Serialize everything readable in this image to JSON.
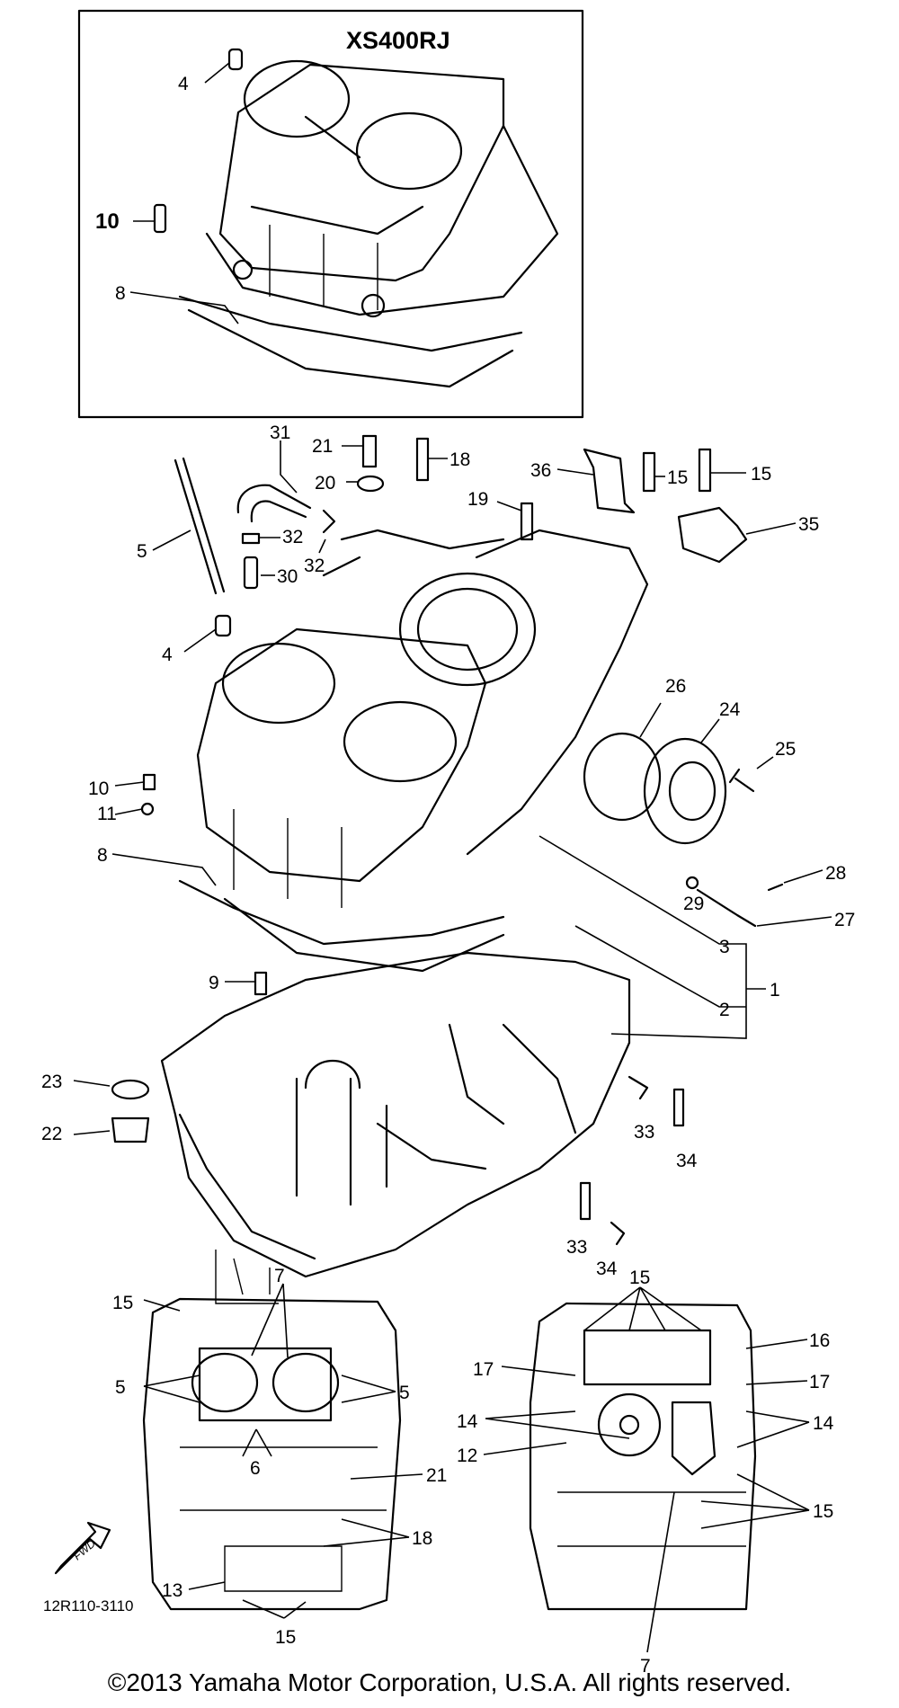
{
  "inset": {
    "title": "XS400RJ",
    "labels": [
      "4",
      "10",
      "8"
    ]
  },
  "callouts": {
    "c1": "1",
    "c2": "2",
    "c3": "3",
    "c4": "4",
    "c5": "5",
    "c8": "8",
    "c9": "9",
    "c10": "10",
    "c11": "11",
    "c15a": "15",
    "c15b": "15",
    "c18": "18",
    "c19": "19",
    "c20": "20",
    "c21": "21",
    "c22": "22",
    "c23": "23",
    "c24": "24",
    "c25": "25",
    "c26": "26",
    "c27": "27",
    "c28": "28",
    "c29": "29",
    "c30": "30",
    "c31": "31",
    "c32a": "32",
    "c32b": "32",
    "c33a": "33",
    "c33b": "33",
    "c34a": "34",
    "c34b": "34",
    "c35": "35",
    "c36": "36"
  },
  "top_view": {
    "labels": {
      "l15a": "15",
      "l7": "7",
      "l5a": "5",
      "l5b": "5",
      "l6": "6",
      "l21": "21",
      "l18": "18",
      "l13": "13",
      "l15b": "15"
    },
    "code": "12R110-3110",
    "fwd": "FWD"
  },
  "bottom_view": {
    "labels": {
      "l15top": "15",
      "l16": "16",
      "l17a": "17",
      "l17b": "17",
      "l14a": "14",
      "l14b": "14",
      "l12": "12",
      "l15c": "15",
      "l7b": "7"
    }
  },
  "footer": {
    "copyright": "©2013 Yamaha Motor Corporation, U.S.A. All rights reserved."
  }
}
